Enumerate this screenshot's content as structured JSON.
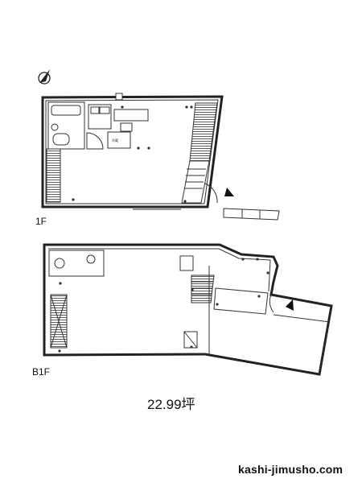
{
  "floor_1": {
    "label": "1F"
  },
  "floor_b1": {
    "label": "B1F"
  },
  "area": {
    "text": "22.99坪"
  },
  "site": {
    "text": "kashi-jimusho.com"
  },
  "colors": {
    "line": "#222222",
    "background": "#ffffff"
  }
}
